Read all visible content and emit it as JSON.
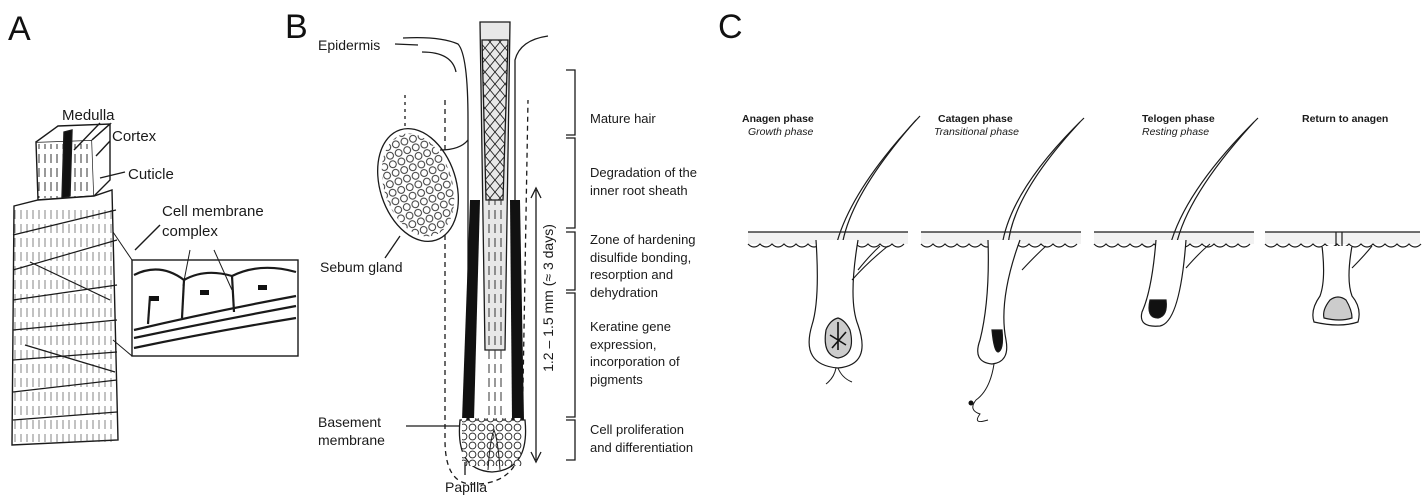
{
  "panels": {
    "a": {
      "letter": "A",
      "labels": {
        "medulla": "Medulla",
        "cortex": "Cortex",
        "cuticle": "Cuticle",
        "cell_membrane_complex": [
          "Cell membrane",
          "complex"
        ]
      }
    },
    "b": {
      "letter": "B",
      "labels": {
        "epidermis": "Epidermis",
        "sebum_gland": "Sebum gland",
        "basement_membrane": [
          "Basement",
          "membrane"
        ],
        "papilla": "Papilla",
        "length": "1.2 – 1.5 mm (≈ 3 days)"
      },
      "zones": [
        {
          "lines": [
            "Mature hair"
          ]
        },
        {
          "lines": [
            "Degradation of the",
            "inner root sheath"
          ]
        },
        {
          "lines": [
            "Zone of hardening",
            "disulfide bonding,",
            "resorption and",
            "dehydration"
          ]
        },
        {
          "lines": [
            "Keratine gene",
            "expression,",
            "incorporation of",
            "pigments"
          ]
        },
        {
          "lines": [
            "Cell proliferation",
            "and differentiation"
          ]
        }
      ]
    },
    "c": {
      "letter": "C",
      "phases": [
        {
          "title": "Anagen phase",
          "subtitle": "Growth phase"
        },
        {
          "title": "Catagen phase",
          "subtitle": "Transitional phase"
        },
        {
          "title": "Telogen phase",
          "subtitle": "Resting phase"
        },
        {
          "title": "Return to anagen",
          "subtitle": ""
        }
      ]
    }
  },
  "colors": {
    "ink": "#1a1a1a",
    "bulb_fill": "#cccccc",
    "skin_fill": "#f2f2f2"
  }
}
